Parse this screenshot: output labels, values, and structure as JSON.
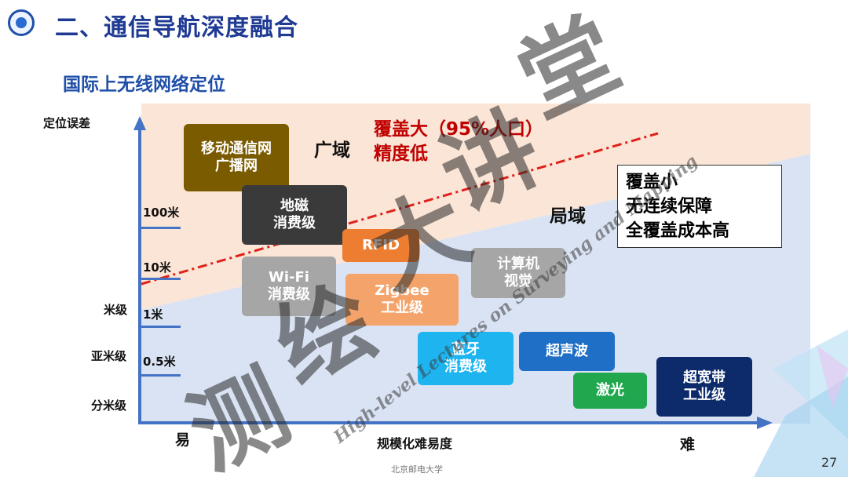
{
  "header": {
    "title": "二、通信导航深度融合",
    "subtitle": "国际上无线网络定位"
  },
  "axes": {
    "y_label": "定位误差",
    "x_label": "规模化难易度",
    "x_easy": "易",
    "x_hard": "难",
    "y_ticks": [
      "100米",
      "10米",
      "1米",
      "0.5米"
    ],
    "y_levels": [
      "米级",
      "亚米级",
      "分米级"
    ]
  },
  "regions": {
    "wide_area": "广域",
    "local_area": "局域",
    "wide_note": "覆盖大（95%人口）\n精度低",
    "local_note": "覆盖小\n无连续保障\n全覆盖成本高"
  },
  "technologies": [
    {
      "id": "mobile",
      "label": "移动通信网\n广播网",
      "color": "#7a5b00"
    },
    {
      "id": "geomag",
      "label": "地磁\n消费级",
      "color": "#3a3a3a"
    },
    {
      "id": "rfid",
      "label": "RFID",
      "color": "#ed7d31"
    },
    {
      "id": "wifi",
      "label": "Wi-Fi\n消费级",
      "color": "#a6a6a6"
    },
    {
      "id": "zigbee",
      "label": "Zigbee\n工业级",
      "color": "#f4a46b"
    },
    {
      "id": "cv",
      "label": "计算机\n视觉",
      "color": "#a6a6a6"
    },
    {
      "id": "bluetooth",
      "label": "蓝牙\n消费级",
      "color": "#1eb4f0"
    },
    {
      "id": "ultrasonic",
      "label": "超声波",
      "color": "#1f6fc6"
    },
    {
      "id": "laser",
      "label": "激光",
      "color": "#21a84f"
    },
    {
      "id": "uwb",
      "label": "超宽带\n工业级",
      "color": "#0d2a6b"
    }
  ],
  "footer": {
    "university": "北京邮电大学",
    "page_number": "27"
  },
  "watermark": {
    "text": "High-level Lectures on Surveying and Mapping",
    "chars": [
      "测",
      "绘",
      "大",
      "讲",
      "堂"
    ]
  }
}
